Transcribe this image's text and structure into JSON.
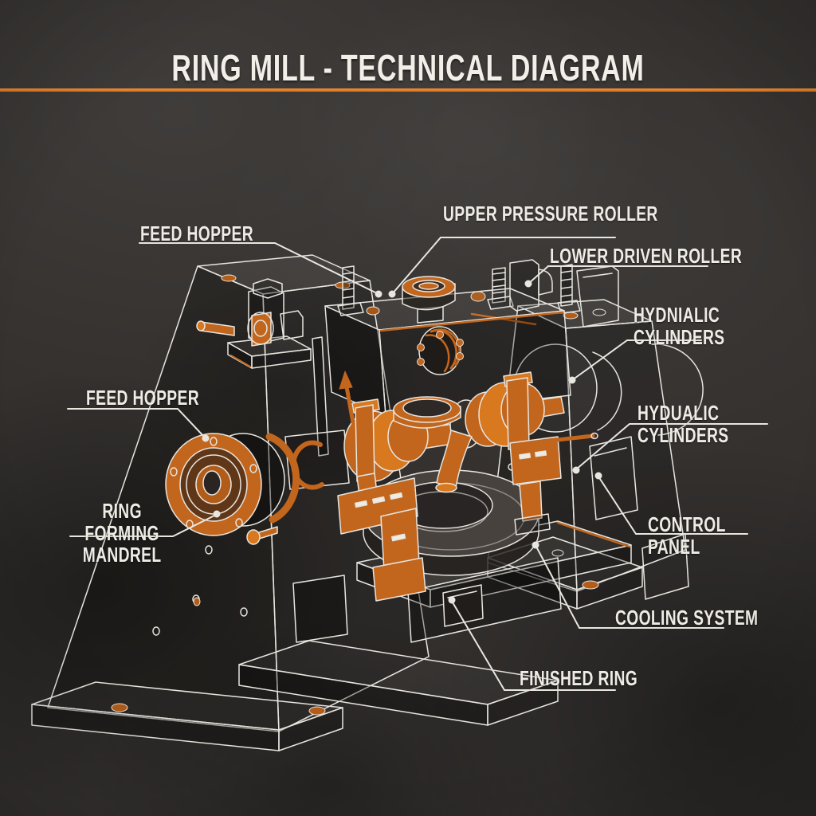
{
  "title": "RING MILL - TECHNICAL DIAGRAM",
  "accent_color": "#d8721c",
  "line_color": "#e8e5df",
  "background_color": "#34312f",
  "labels": [
    {
      "id": "upper-pressure-roller",
      "text": "UPPER PRESSURE ROLLER"
    },
    {
      "id": "feed-hopper-top",
      "text": "FEED HOPPER"
    },
    {
      "id": "lower-driven-roller",
      "text": "LOWER DRIVEN ROLLER"
    },
    {
      "id": "hydnialic-cylinders",
      "text": "HYDNIALIC\nCYLINDERS"
    },
    {
      "id": "feed-hopper-left",
      "text": "FEED HOPPER"
    },
    {
      "id": "hydualic-cylinders",
      "text": "HYDUALIC CYLINDERS"
    },
    {
      "id": "ring-forming-mandrel",
      "text": "RING FORMING\nMANDREL"
    },
    {
      "id": "control-panel",
      "text": "CONTROL PANEL"
    },
    {
      "id": "cooling-system",
      "text": "COOLING SYSTEM"
    },
    {
      "id": "finished-ring",
      "text": "FINISHED RING"
    }
  ],
  "diagram": {
    "subject": "ring-mill-machine",
    "style": "isometric-line-drawing",
    "highlight_color": "#c2661d"
  }
}
